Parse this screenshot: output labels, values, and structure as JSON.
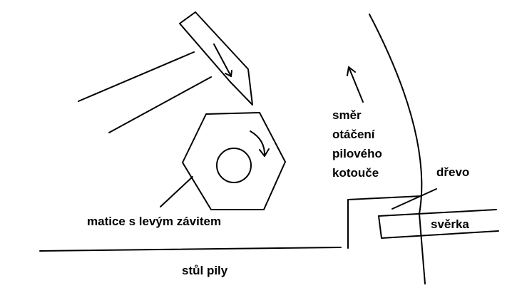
{
  "labels": {
    "nut": "matice s levým závitem",
    "table": "stůl pily",
    "rotation_line1": "směr",
    "rotation_line2": "otáčení",
    "rotation_line3": "pilového",
    "rotation_line4": "kotouče",
    "wood": "dřevo",
    "clamp": "svěrka"
  },
  "colors": {
    "ink": "#000000",
    "background": "#ffffff"
  }
}
